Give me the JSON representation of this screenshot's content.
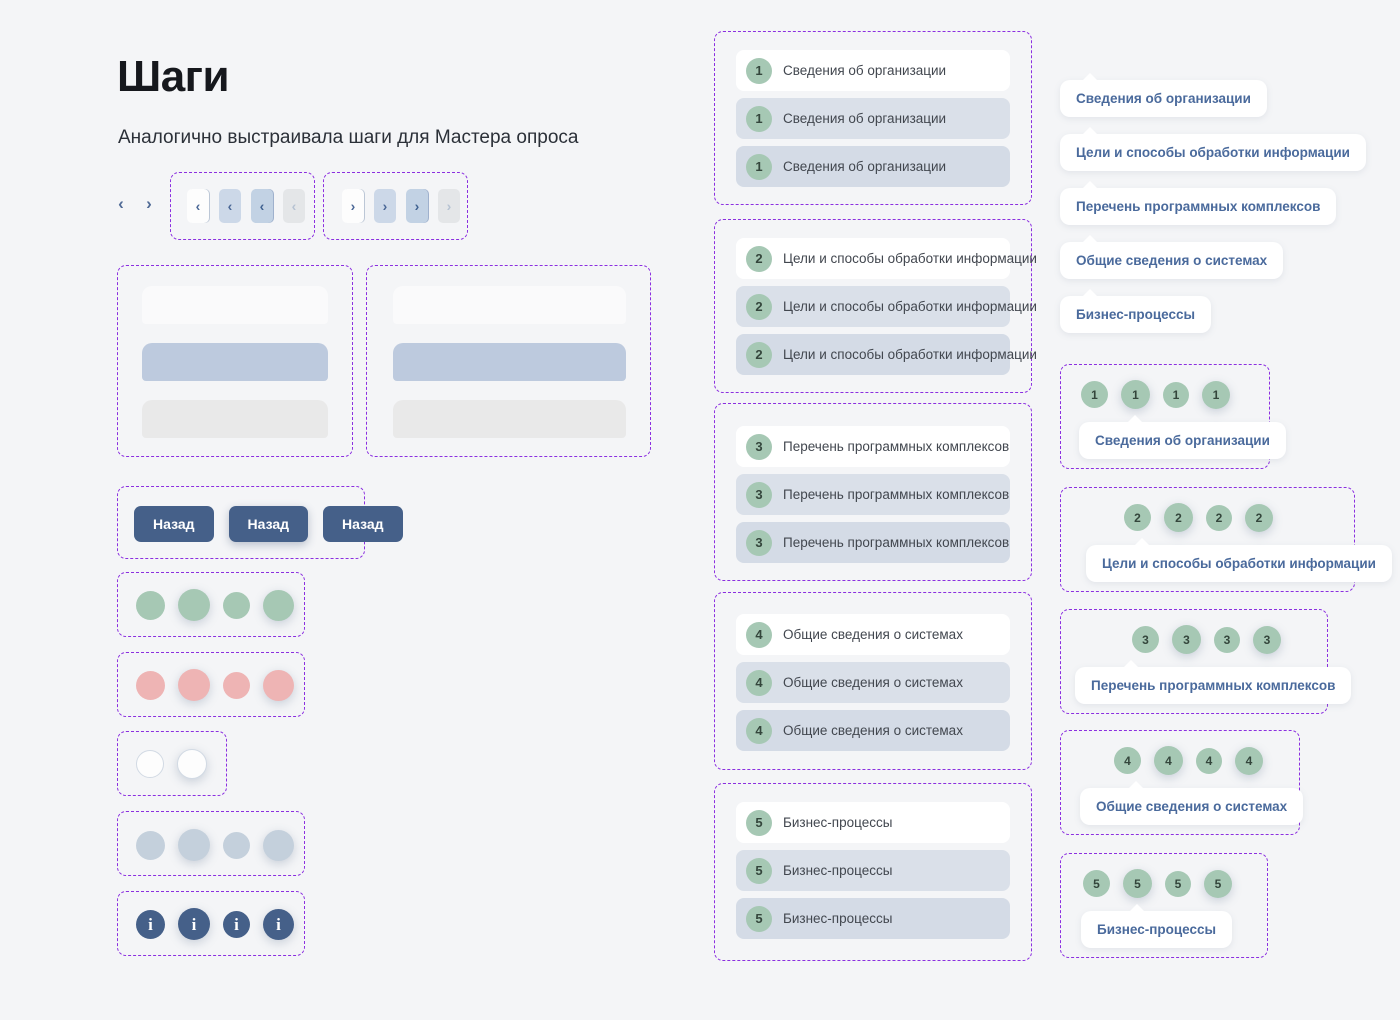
{
  "header": {
    "title": "Шаги",
    "subtitle": "Аналогично выстраивала шаги для Мастера опроса"
  },
  "colors": {
    "accent_blue": "#456089",
    "step_green": "#a6c8b4",
    "step_pink": "#eeb4b4",
    "step_steel": "#c4d0dc",
    "panel_soft": "#dae0e9",
    "panel_deep": "#d4dbe6",
    "skeleton_blue": "#bdcade",
    "skeleton_gray": "#e9e9e9",
    "tooltip_text": "#4a6a9c",
    "spec_frame": "#8b2fe0",
    "page_bg": "#f4f5f7"
  },
  "pagination": {
    "bare": [
      {
        "icon": "chevron-left-icon",
        "glyph": "‹"
      },
      {
        "icon": "chevron-right-icon",
        "glyph": "›"
      }
    ],
    "prev_set": [
      {
        "glyph": "‹",
        "state": "default"
      },
      {
        "glyph": "‹",
        "state": "hover"
      },
      {
        "glyph": "‹",
        "state": "active"
      },
      {
        "glyph": "‹",
        "state": "disabled"
      }
    ],
    "next_set": [
      {
        "glyph": "›",
        "state": "default"
      },
      {
        "glyph": "›",
        "state": "hover"
      },
      {
        "glyph": "›",
        "state": "active"
      },
      {
        "glyph": "›",
        "state": "disabled"
      }
    ]
  },
  "skeletons": [
    {
      "name": "skeleton-card-small",
      "bars": [
        "white",
        "blue",
        "gray"
      ]
    },
    {
      "name": "skeleton-card-large",
      "bars": [
        "white",
        "blue",
        "gray"
      ]
    }
  ],
  "back_buttons": [
    {
      "label": "Назад",
      "state": "default"
    },
    {
      "label": "Назад",
      "state": "hover"
    },
    {
      "label": "Назад",
      "state": "active"
    }
  ],
  "swatch_rows": [
    {
      "name": "green-dots",
      "variant": "green",
      "count": 4
    },
    {
      "name": "pink-dots",
      "variant": "pink",
      "count": 4
    },
    {
      "name": "hollow-dots",
      "variant": "hollow",
      "count": 2
    },
    {
      "name": "steel-dots",
      "variant": "steel",
      "count": 4
    },
    {
      "name": "info-dots",
      "variant": "info",
      "count": 4,
      "glyph": "i"
    }
  ],
  "steps": [
    {
      "num": "1",
      "label": "Сведения об организации"
    },
    {
      "num": "2",
      "label": "Цели и способы обработки информации"
    },
    {
      "num": "3",
      "label": "Перечень программных комплексов"
    },
    {
      "num": "4",
      "label": "Общие сведения о системах"
    },
    {
      "num": "5",
      "label": "Бизнес-процессы"
    }
  ],
  "step_variants": [
    "white",
    "soft",
    "deep"
  ],
  "tooltips": [
    {
      "label": "Сведения об организации"
    },
    {
      "label": "Цели и способы обработки информации"
    },
    {
      "label": "Перечень программных комплексов"
    },
    {
      "label": "Общие сведения о системах"
    },
    {
      "label": "Бизнес-процессы"
    }
  ],
  "dot_tooltip_groups": [
    {
      "num": "1",
      "label": "Сведения об организации"
    },
    {
      "num": "2",
      "label": "Цели и способы обработки информации"
    },
    {
      "num": "3",
      "label": "Перечень программных комплексов"
    },
    {
      "num": "4",
      "label": "Общие сведения о системах"
    },
    {
      "num": "5",
      "label": "Бизнес-процессы"
    }
  ]
}
